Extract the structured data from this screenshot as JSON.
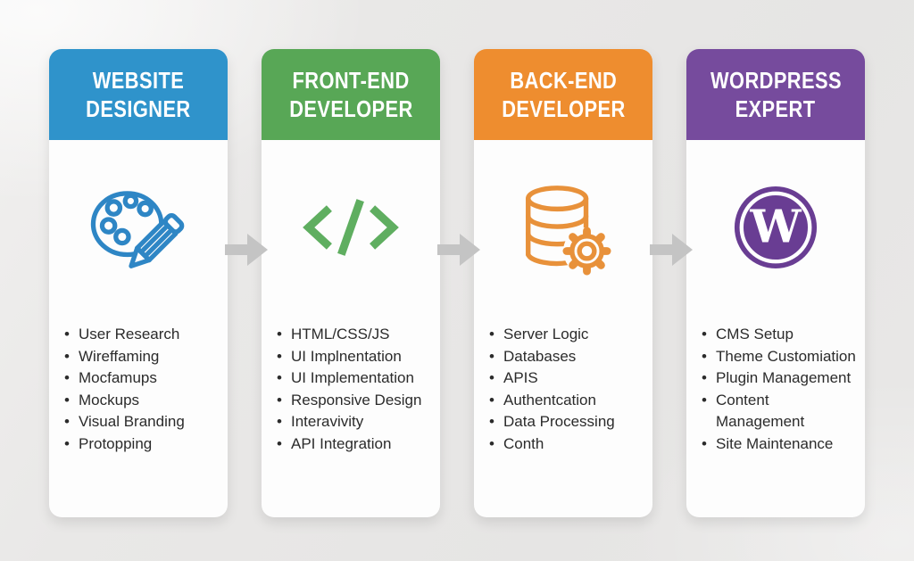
{
  "diagram": {
    "arrow_color": "#c4c4c4",
    "card_background": "#fdfdfd",
    "page_background": "#e8e7e6",
    "columns": [
      {
        "header_line1": "WEBSITE",
        "header_line2": "DESIGNER",
        "header_color": "#2f93cb",
        "icon": "palette-pencil-icon",
        "icon_color": "#2e86c5",
        "items": [
          "User Research",
          "Wireffaming",
          "Mocfamups",
          "Mockups",
          "Visual Branding",
          "Protopping"
        ]
      },
      {
        "header_line1": "FRONT-END",
        "header_line2": "DEVELOPER",
        "header_color": "#58a756",
        "icon": "code-brackets-icon",
        "icon_color": "#5fae60",
        "items": [
          "HTML/CSS/JS",
          "UI Implnentation",
          "UI Implementation",
          "Responsive Design",
          "Interavivity",
          "API Integration"
        ]
      },
      {
        "header_line1": "BACK-END",
        "header_line2": "DEVELOPER",
        "header_color": "#ee8d2f",
        "icon": "database-gear-icon",
        "icon_color": "#e8913a",
        "items": [
          "Server Logic",
          "Databases",
          "APIS",
          "Authentcation",
          "Data Processing",
          "Conth"
        ]
      },
      {
        "header_line1": "WORDPRESS",
        "header_line2": "EXPERT",
        "header_color": "#764b9d",
        "icon": "wordpress-icon",
        "icon_color": "#693d93",
        "items": [
          "CMS Setup",
          "Theme Customiation",
          "Plugin Management",
          "Content Management",
          "Site Maintenance"
        ]
      }
    ]
  }
}
